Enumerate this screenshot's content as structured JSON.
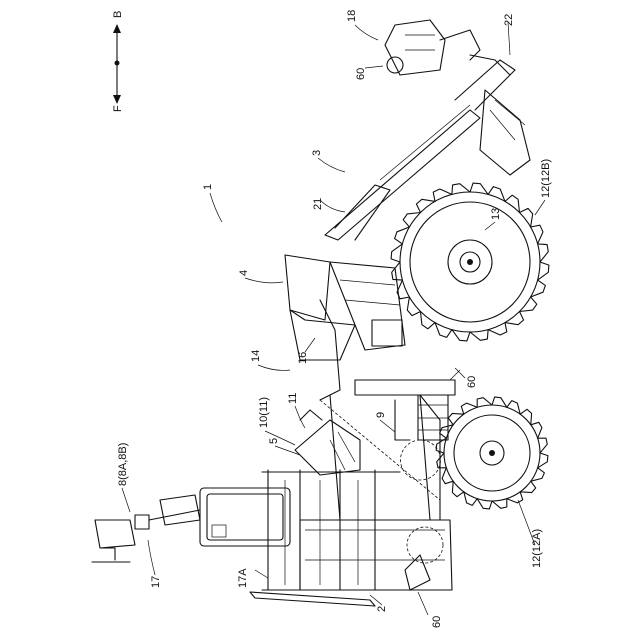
{
  "figure": {
    "direction": {
      "top_label": "B",
      "bottom_label": "F"
    },
    "callouts": {
      "c1": "1",
      "c2": "2",
      "c3": "3",
      "c4": "4",
      "c5": "5",
      "c8": "8(8A,8B)",
      "c9": "9",
      "c10": "10(11)",
      "c11": "11",
      "c12a": "12(12A)",
      "c12b": "12(12B)",
      "c13": "13",
      "c14": "14",
      "c16": "16",
      "c17": "17",
      "c17a": "17A",
      "c18": "18",
      "c21": "21",
      "c22": "22",
      "c60a": "60",
      "c60b": "60",
      "c60c": "60"
    }
  }
}
